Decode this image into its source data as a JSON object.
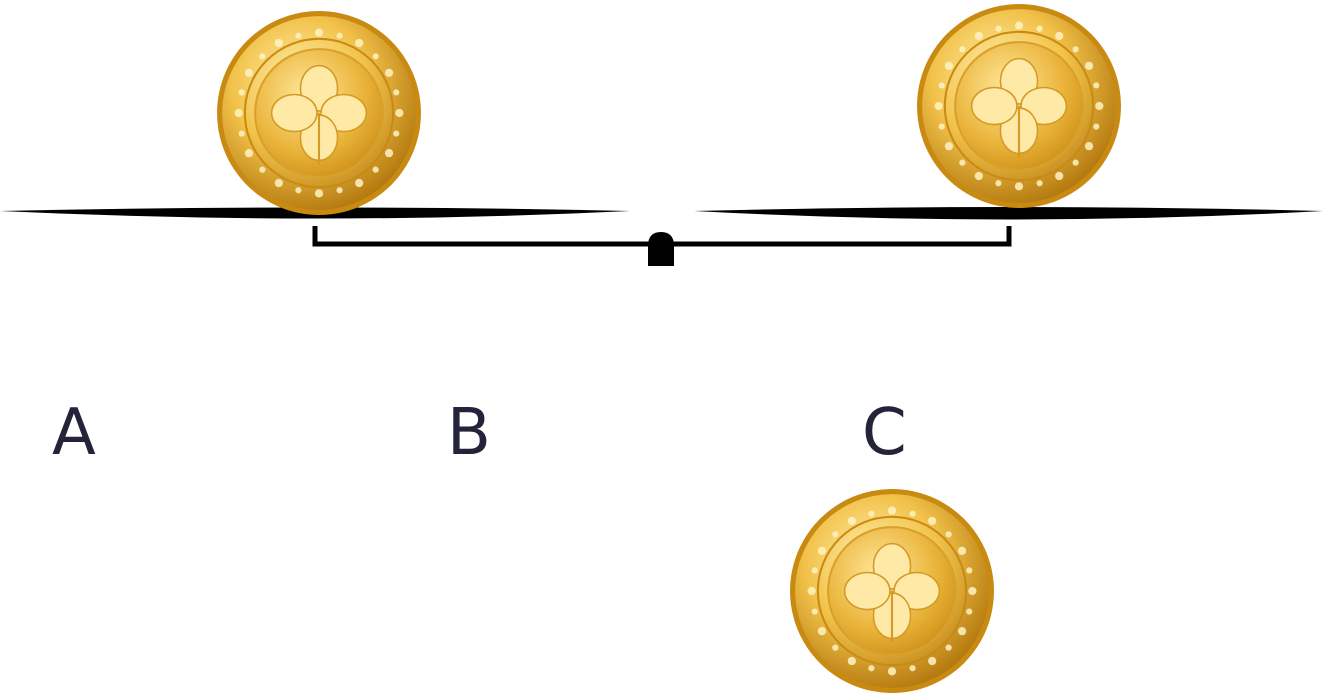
{
  "labels": {
    "a": "A",
    "b": "B",
    "c": "C"
  },
  "colors": {
    "scale": "#000000",
    "label_text": "#23233a",
    "coin_rim": "#c98a12",
    "coin_gold": "#f2c24a",
    "coin_highlight": "#fff0b0",
    "coin_shadow": "#b0740b"
  },
  "coins": [
    {
      "name": "coin-left-pan",
      "icon": "clover-coin-icon"
    },
    {
      "name": "coin-right-pan",
      "icon": "clover-coin-icon"
    },
    {
      "name": "coin-loose",
      "icon": "clover-coin-icon"
    }
  ]
}
